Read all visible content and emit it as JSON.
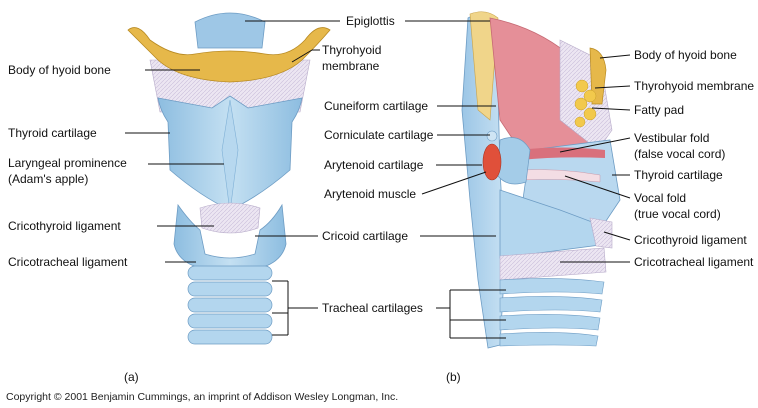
{
  "labels": {
    "epiglottis": "Epiglottis",
    "body_hyoid_a": "Body of hyoid bone",
    "thyrohyoid_membrane_a_1": "Thyrohyoid",
    "thyrohyoid_membrane_a_2": "membrane",
    "thyroid_cartilage_a": "Thyroid cartilage",
    "laryngeal_prominence_1": "Laryngeal prominence",
    "laryngeal_prominence_2": "(Adam's apple)",
    "cricothyroid_ligament_a": "Cricothyroid ligament",
    "cricotracheal_ligament_a": "Cricotracheal ligament",
    "cuneiform_cartilage": "Cuneiform cartilage",
    "corniculate_cartilage": "Corniculate cartilage",
    "arytenoid_cartilage": "Arytenoid cartilage",
    "arytenoid_muscle": "Arytenoid muscle",
    "cricoid_cartilage": "Cricoid cartilage",
    "tracheal_cartilages": "Tracheal cartilages",
    "body_hyoid_b": "Body of hyoid bone",
    "thyrohyoid_membrane_b": "Thyrohyoid membrane",
    "fatty_pad": "Fatty pad",
    "vestibular_fold_1": "Vestibular fold",
    "vestibular_fold_2": "(false vocal cord)",
    "thyroid_cartilage_b": "Thyroid cartilage",
    "vocal_fold_1": "Vocal fold",
    "vocal_fold_2": "(true vocal cord)",
    "cricothyroid_ligament_b": "Cricothyroid ligament",
    "cricotracheal_ligament_b": "Cricotracheal ligament"
  },
  "panels": {
    "a": "(a)",
    "b": "(b)"
  },
  "copyright": "Copyright © 2001 Benjamin Cummings, an imprint of Addison Wesley Longman, Inc.",
  "colors": {
    "cartilage": "#a9cfe8",
    "cartilage_dark": "#7fb0d6",
    "hyoid": "#e8b94a",
    "membrane": "#e6dfef",
    "muscle": "#e0503a",
    "mucosa": "#e79aa2",
    "fat": "#f2c94c"
  }
}
